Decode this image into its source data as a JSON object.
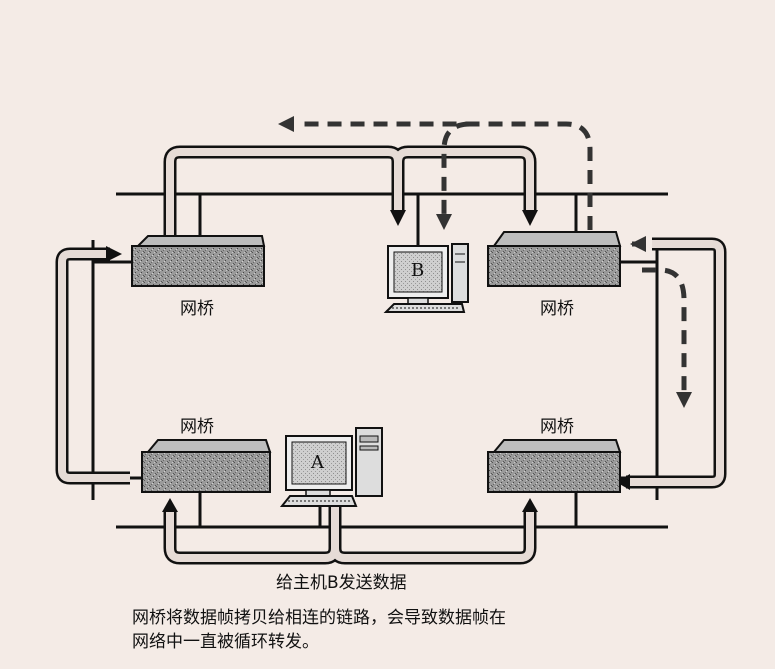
{
  "diagram": {
    "bridges": [
      {
        "id": "bridge-top-left",
        "label": "网桥"
      },
      {
        "id": "bridge-top-right",
        "label": "网桥"
      },
      {
        "id": "bridge-bottom-left",
        "label": "网桥"
      },
      {
        "id": "bridge-bottom-right",
        "label": "网桥"
      }
    ],
    "hosts": [
      {
        "id": "host-a",
        "label": "A"
      },
      {
        "id": "host-b",
        "label": "B"
      }
    ],
    "send_label": "给主机B发送数据",
    "caption_lines": [
      "网桥将数据帧拷贝给相连的链路，会导致数据帧在",
      "网络中一直被循环转发。"
    ],
    "colors": {
      "background": "#f4ebe6",
      "line": "#111111",
      "path_fill": "#e6dbd6",
      "bridge_fill": "#8a8a8a"
    }
  }
}
